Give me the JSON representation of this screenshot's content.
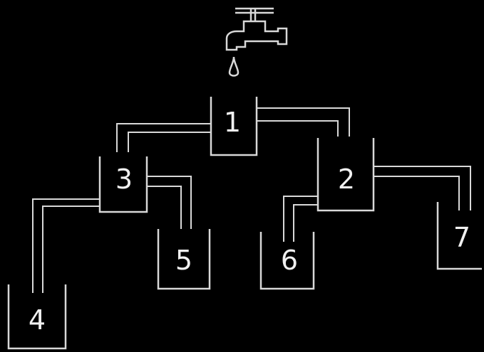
{
  "containers": [
    {
      "id": "1",
      "label": "1"
    },
    {
      "id": "2",
      "label": "2"
    },
    {
      "id": "3",
      "label": "3"
    },
    {
      "id": "4",
      "label": "4"
    },
    {
      "id": "5",
      "label": "5"
    },
    {
      "id": "6",
      "label": "6"
    },
    {
      "id": "7",
      "label": "7"
    }
  ],
  "colors": {
    "background": "#000000",
    "line": "#d8d8d8",
    "text": "#f0f0f0"
  }
}
